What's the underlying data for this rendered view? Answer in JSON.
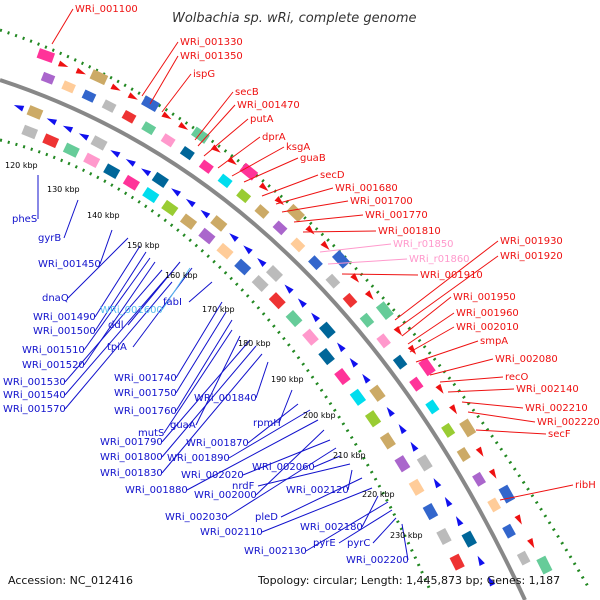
{
  "title": "Wolbachia sp. wRi, complete genome",
  "accession": "Accession: NC_012416",
  "stats": "Topology: circular; Length: 1,445,873 bp; Genes: 1,187",
  "colors": {
    "forward_label": "#ee1111",
    "reverse_label": "#1111cc",
    "rna_label": "#ff99cc",
    "light_label": "#55bbee",
    "backbone": "#888888",
    "gc_dots": "#228822"
  },
  "ticks": [
    "120 kbp",
    "130 kbp",
    "140 kbp",
    "150 kbp",
    "160 kbp",
    "170 kbp",
    "180 kbp",
    "190 kbp",
    "200 kbp",
    "210 kbp",
    "220 kbp",
    "230 kbp"
  ],
  "forward_labels": [
    "WRi_001100",
    "WRi_001330",
    "WRi_001350",
    "ispG",
    "secB",
    "WRi_001470",
    "putA",
    "dprA",
    "ksgA",
    "guaB",
    "secD",
    "WRi_001680",
    "WRi_001700",
    "WRi_001770",
    "WRi_001810",
    "WRi_r01850",
    "WRi_r01860",
    "WRi_001910",
    "WRi_001930",
    "WRi_001920",
    "WRi_001950",
    "WRi_001960",
    "WRi_002010",
    "smpA",
    "WRi_002080",
    "recO",
    "WRi_002140",
    "WRi_002210",
    "WRi_002220",
    "secF",
    "ribH"
  ],
  "reverse_labels": [
    "pheS",
    "gyrB",
    "WRi_001450",
    "dnaQ",
    "WRi_001490",
    "WRi_001500",
    "WRi_001510",
    "WRi_001520",
    "WRi_001530",
    "WRi_001540",
    "WRi_001570",
    "ddl",
    "tpiA",
    "WRi_001600",
    "fabI",
    "WRi_001740",
    "WRi_001750",
    "WRi_001760",
    "mutS",
    "guaA",
    "WRi_001790",
    "WRi_001800",
    "WRi_001830",
    "WRi_001840",
    "rpmH",
    "WRi_001870",
    "WRi_001890",
    "WRi_001880",
    "WRi_002000",
    "WRi_002020",
    "WRi_002030",
    "WRi_002060",
    "nrdF",
    "WRi_002120",
    "pleD",
    "WRi_002110",
    "WRi_002180",
    "WRi_002130",
    "pyrE",
    "pyrC",
    "WRi_002200"
  ]
}
